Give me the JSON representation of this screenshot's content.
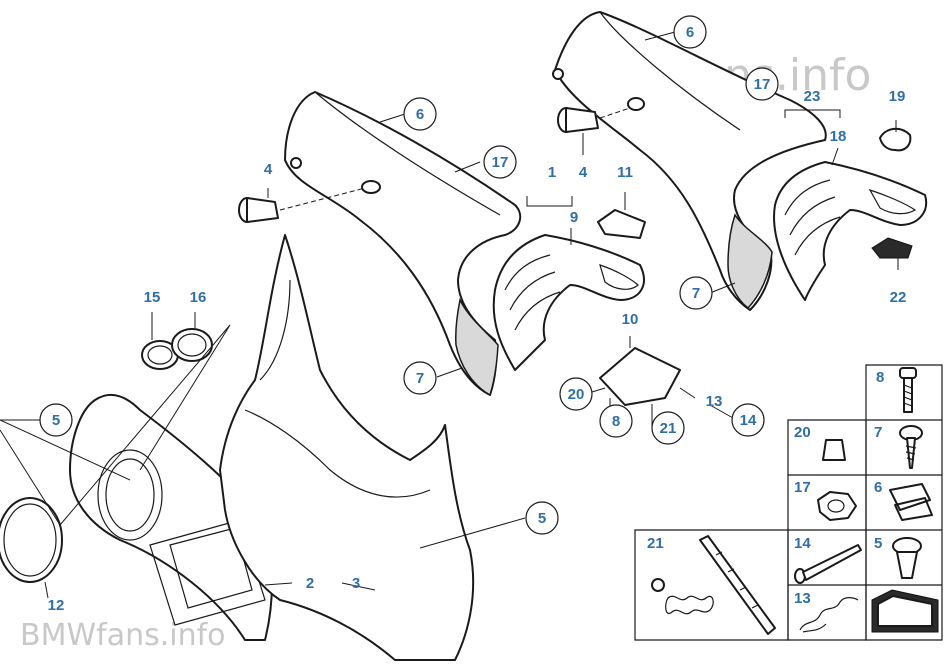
{
  "watermarks": {
    "top": "BMWfans.info",
    "bottom": "BMWfans.info"
  },
  "callouts": [
    {
      "id": "c-6a",
      "label": "6"
    },
    {
      "id": "c-17a",
      "label": "17"
    },
    {
      "id": "c-23",
      "label": "23"
    },
    {
      "id": "c-19",
      "label": "19"
    },
    {
      "id": "c-18",
      "label": "18"
    },
    {
      "id": "c-6b",
      "label": "6"
    },
    {
      "id": "c-4a",
      "label": "4"
    },
    {
      "id": "c-17b",
      "label": "17"
    },
    {
      "id": "c-1",
      "label": "1"
    },
    {
      "id": "c-4b",
      "label": "4"
    },
    {
      "id": "c-11",
      "label": "11"
    },
    {
      "id": "c-9",
      "label": "9"
    },
    {
      "id": "c-7a",
      "label": "7"
    },
    {
      "id": "c-22",
      "label": "22"
    },
    {
      "id": "c-15",
      "label": "15"
    },
    {
      "id": "c-16",
      "label": "16"
    },
    {
      "id": "c-10",
      "label": "10"
    },
    {
      "id": "c-7b",
      "label": "7"
    },
    {
      "id": "c-20",
      "label": "20"
    },
    {
      "id": "c-13",
      "label": "13"
    },
    {
      "id": "c-8",
      "label": "8"
    },
    {
      "id": "c-14",
      "label": "14"
    },
    {
      "id": "c-21",
      "label": "21"
    },
    {
      "id": "c-5a",
      "label": "5"
    },
    {
      "id": "c-5b",
      "label": "5"
    },
    {
      "id": "c-2",
      "label": "2"
    },
    {
      "id": "c-3",
      "label": "3"
    },
    {
      "id": "c-12",
      "label": "12"
    }
  ],
  "legend": [
    {
      "id": "lg-8",
      "label": "8"
    },
    {
      "id": "lg-20",
      "label": "20"
    },
    {
      "id": "lg-7",
      "label": "7"
    },
    {
      "id": "lg-17",
      "label": "17"
    },
    {
      "id": "lg-6",
      "label": "6"
    },
    {
      "id": "lg-21",
      "label": "21"
    },
    {
      "id": "lg-14",
      "label": "14"
    },
    {
      "id": "lg-5",
      "label": "5"
    },
    {
      "id": "lg-13",
      "label": "13"
    }
  ]
}
